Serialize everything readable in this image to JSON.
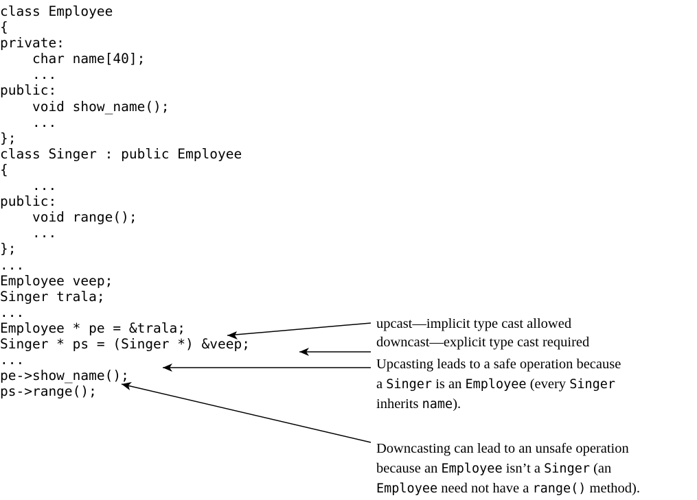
{
  "code_lines": [
    "class Employee",
    "{",
    "private:",
    "    char name[40];",
    "    ...",
    "public:",
    "    void show_name();",
    "    ...",
    "};",
    "class Singer : public Employee",
    "{",
    "    ...",
    "public:",
    "    void range();",
    "    ...",
    "};",
    "...",
    "Employee veep;",
    "Singer trala;",
    "...",
    "Employee * pe = &trala;",
    "Singer * ps = (Singer *) &veep;",
    "...",
    "pe->show_name();",
    "ps->range();"
  ],
  "annotations": {
    "upcast": "upcast—implicit type cast allowed",
    "downcast": "downcast—explicit type cast required",
    "safe": {
      "l1": "Upcasting leads to a safe operation because",
      "l2_a": "a ",
      "l2_b": "Singer",
      "l2_c": " is an ",
      "l2_d": "Employee",
      "l2_e": " (every ",
      "l2_f": "Singer",
      "l3_a": "inherits ",
      "l3_b": "name",
      "l3_c": ")."
    },
    "unsafe": {
      "l1": "Downcasting can lead to an unsafe operation",
      "l2_a": "because an ",
      "l2_b": "Employee",
      "l2_c": " isn’t a ",
      "l2_d": "Singer",
      "l2_e": " (an",
      "l3_a": "Employee",
      "l3_b": " need not have a ",
      "l3_c": "range()",
      "l3_d": " method)."
    }
  }
}
